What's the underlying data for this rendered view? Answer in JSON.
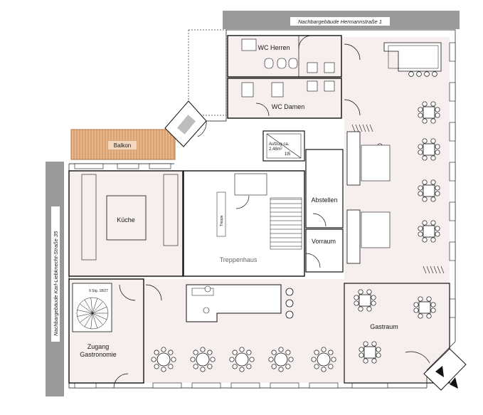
{
  "colors": {
    "floor": "#f7eeee",
    "wall": "#111111",
    "neighbor": "#9a9a9a",
    "balcony": "#e8b68a",
    "balcony_line": "#b0723e"
  },
  "neighbors": {
    "top": "Nachbargebäude Hermannstraße 1",
    "left": "Nachbargebäude Karl-Liebknecht-Straße 35"
  },
  "rooms": {
    "wc_herren": "WC Herren",
    "wc_damen": "WC Damen",
    "balkon": "Balkon",
    "kueche": "Küche",
    "treppenhaus": "Treppenhaus",
    "abstellen": "Abstellen",
    "vorraum": "Vorraum",
    "zugang_line1": "Zugang",
    "zugang_line2": "Gastronomie",
    "gastraum": "Gastraum"
  },
  "small_labels": {
    "aufzug_line1": "Aufzug ca.",
    "aufzug_line2": "2,48m²",
    "aufzug_line3": "1t5",
    "stair_small": "9 Stg. 18/27",
    "stair_vertical": "Treppe"
  }
}
